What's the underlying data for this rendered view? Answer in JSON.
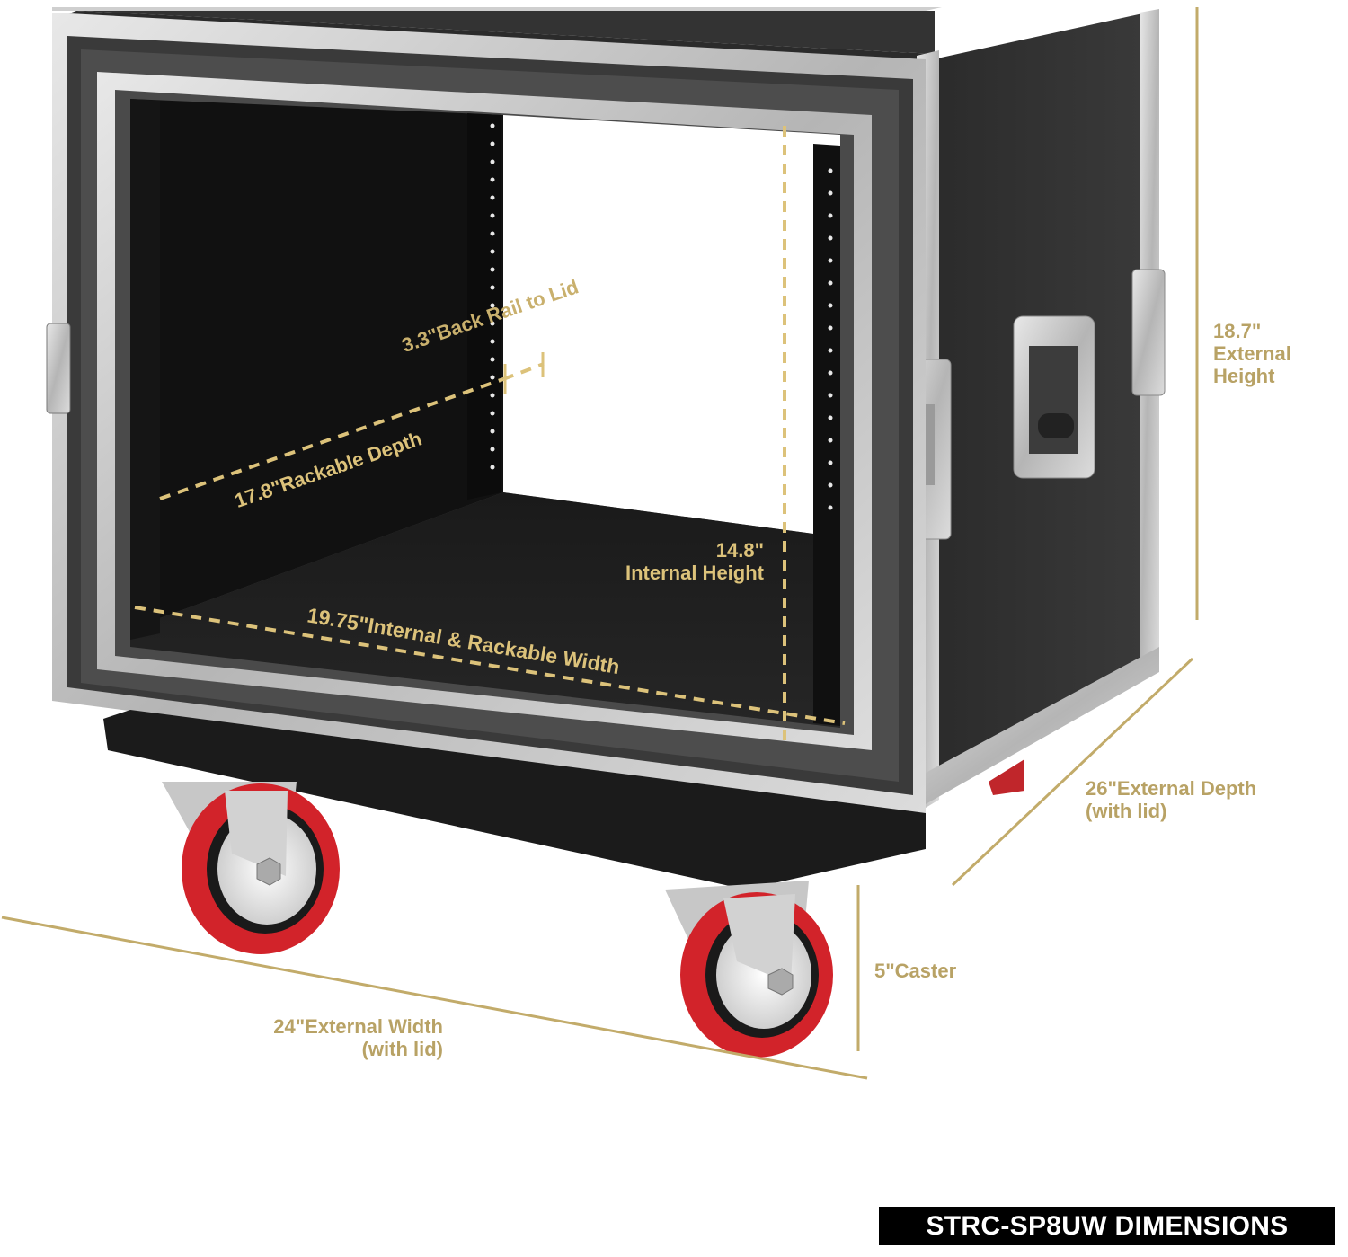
{
  "product": {
    "title": "STRC-SP8UW DIMENSIONS",
    "description": "8U shock-mount rack flight case on 5\" red casters, front lid removed showing rack rails"
  },
  "colors": {
    "dimension_label": "#b8a265",
    "dimension_label_on_dark": "#dcc27a",
    "dimension_line": "#c2ab6a",
    "case_body": "#1c1c1c",
    "aluminum_trim": "#c9c9c9",
    "caster_wheel": "#d2232a",
    "badge_bg": "#000000",
    "badge_text": "#ffffff"
  },
  "dimensions": {
    "external_height": {
      "value": "18.7\"",
      "line1": "External",
      "line2": "Height"
    },
    "external_depth": {
      "line1": "26\"External Depth",
      "line2": "(with lid)"
    },
    "external_width": {
      "line1": "24\"External Width",
      "line2": "(with lid)"
    },
    "caster": {
      "label": "5\"Caster"
    },
    "internal_height": {
      "value": "14.8\"",
      "label": "Internal Height"
    },
    "rackable_depth": {
      "label": "17.8\"Rackable Depth"
    },
    "back_rail_to_lid": {
      "label": "3.3\"Back Rail to Lid"
    },
    "internal_width": {
      "label": "19.75\"Internal & Rackable Width"
    }
  }
}
